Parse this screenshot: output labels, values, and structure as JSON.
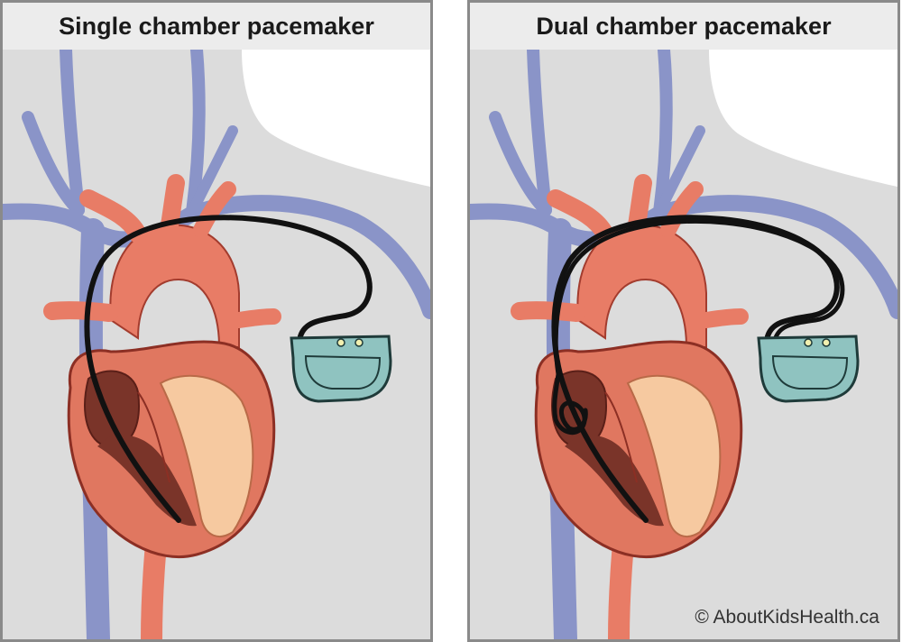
{
  "panels": [
    {
      "title": "Single chamber pacemaker"
    },
    {
      "title": "Dual chamber pacemaker"
    }
  ],
  "credit": "© AboutKidsHealth.ca",
  "colors": {
    "background": "#dcdcdc",
    "vein": "#8a94c8",
    "artery": "#e87c66",
    "heart": "#e07760",
    "heart_inner": "#7a3429",
    "muscle_light": "#f6c9a0",
    "lead": "#111111",
    "device": "#8fc3c0"
  }
}
